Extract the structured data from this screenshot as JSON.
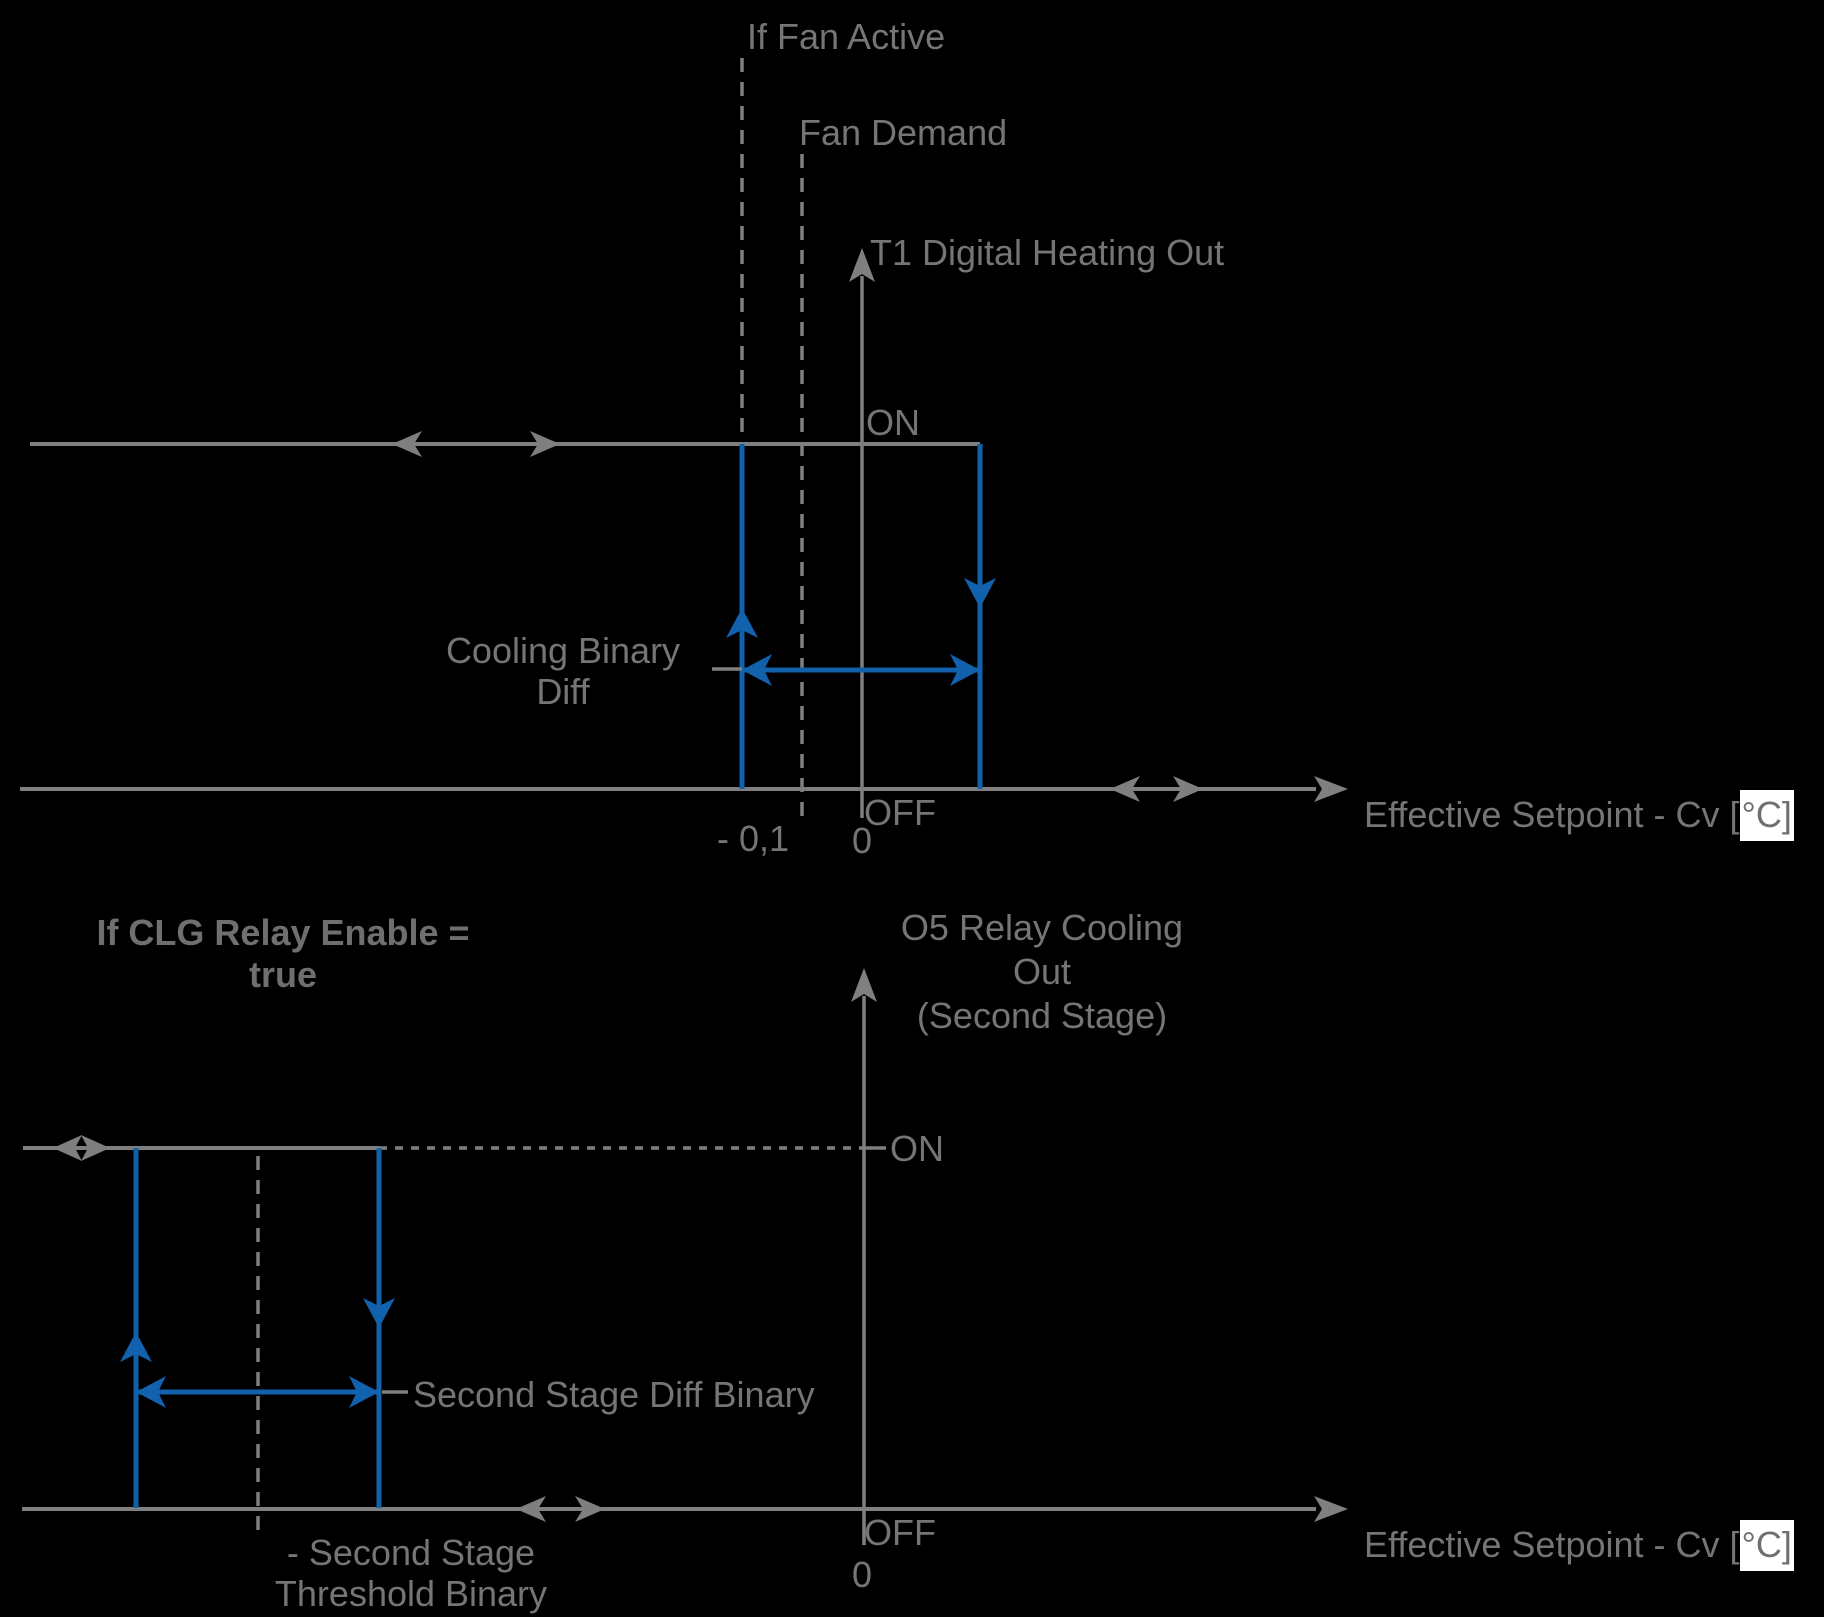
{
  "colors": {
    "background": "#000000",
    "line_gray": "#7f7f7f",
    "text_gray": "#757575",
    "text_bold_gray": "#6f6f6f",
    "blue": "#1261ac",
    "unit_highlight": "#ffffff"
  },
  "top_chart": {
    "condition_fan_active": "If Fan Active",
    "condition_fan_demand": "Fan Demand",
    "y_axis_label": "T1 Digital Heating Out",
    "state_on": "ON",
    "state_off": "OFF",
    "tick_minus": "- 0,1",
    "tick_zero": "0",
    "diff_label_line1": "Cooling Binary",
    "diff_label_line2": "Diff",
    "x_axis_label_prefix": "Effective Setpoint - Cv [",
    "x_axis_label_unit": "°C]"
  },
  "bottom_chart": {
    "condition_line1": "If CLG Relay Enable =",
    "condition_line2": "true",
    "y_axis_label_line1": "O5 Relay Cooling",
    "y_axis_label_line2": "Out",
    "y_axis_label_line3": "(Second Stage)",
    "state_on": "ON",
    "state_off": "OFF",
    "tick_zero": "0",
    "diff_label": "Second Stage Diff Binary",
    "threshold_label_line1": "- Second Stage",
    "threshold_label_line2": "Threshold Binary",
    "x_axis_label_prefix": "Effective Setpoint - Cv [",
    "x_axis_label_unit": "°C]"
  }
}
